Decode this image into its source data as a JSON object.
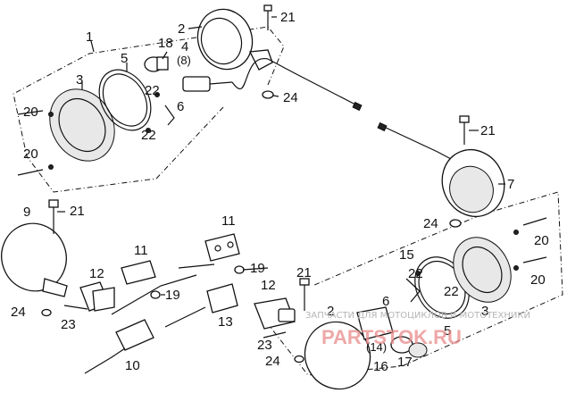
{
  "labels": {
    "l1": "1",
    "l2a": "2",
    "l3a": "3",
    "l4": "4",
    "l8": "(8)",
    "l5a": "5",
    "l18": "18",
    "l21a": "21",
    "l22a": "22",
    "l6a": "6",
    "l22b": "22",
    "l24a": "24",
    "l20a": "20",
    "l20b": "20",
    "l21b": "21",
    "l7": "7",
    "l9": "9",
    "l21c": "21",
    "l24b": "24",
    "l23a": "23",
    "l12a": "12",
    "l11a": "11",
    "l19a": "19",
    "l10": "10",
    "l11b": "11",
    "l19b": "19",
    "l13": "13",
    "l12b": "12",
    "l21d": "21",
    "l23b": "23",
    "l24c": "24",
    "l2b": "2",
    "l24d": "24",
    "l20c": "20",
    "l20d": "20",
    "l15": "15",
    "l22c": "22",
    "l22d": "22",
    "l6b": "6",
    "l3b": "3",
    "l14": "(14)",
    "l5b": "5",
    "l16": "16",
    "l17": "17"
  },
  "watermark": {
    "text": "ЗАПЧАСТИ ДЛЯ МОТОЦИКЛОВ И МОТОТЕХНИКИ",
    "brand": "PARTSTOK.RU"
  }
}
